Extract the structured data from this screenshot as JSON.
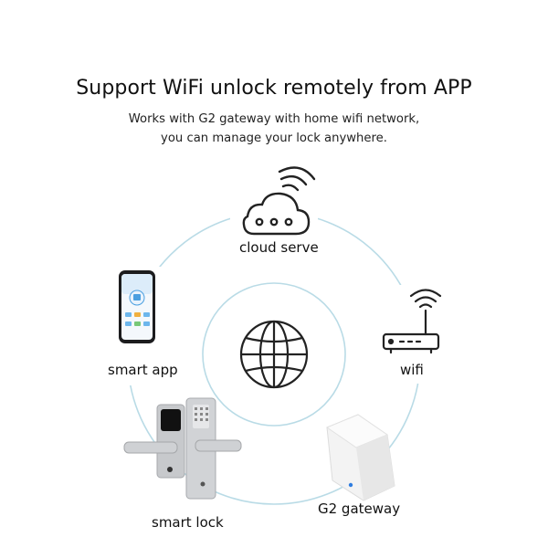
{
  "header": {
    "title": "Support WiFi unlock remotely from APP",
    "subtitle_line1": "Works with G2 gateway with home wifi network,",
    "subtitle_line2": "you can manage your lock anywhere."
  },
  "nodes": {
    "cloud": {
      "label": "cloud serve",
      "icon": "cloud-icon"
    },
    "wifi": {
      "label": "wifi",
      "icon": "wifi-router-icon"
    },
    "gateway": {
      "label": "G2 gateway",
      "icon": "gateway-device"
    },
    "lock": {
      "label": "smart lock",
      "icon": "smart-lock-device"
    },
    "app": {
      "label": "smart app",
      "icon": "smartphone-app"
    },
    "center": {
      "icon": "globe-icon"
    }
  },
  "colors": {
    "ring": "#b9dbe6",
    "icon_stroke": "#222222",
    "text": "#111111"
  }
}
